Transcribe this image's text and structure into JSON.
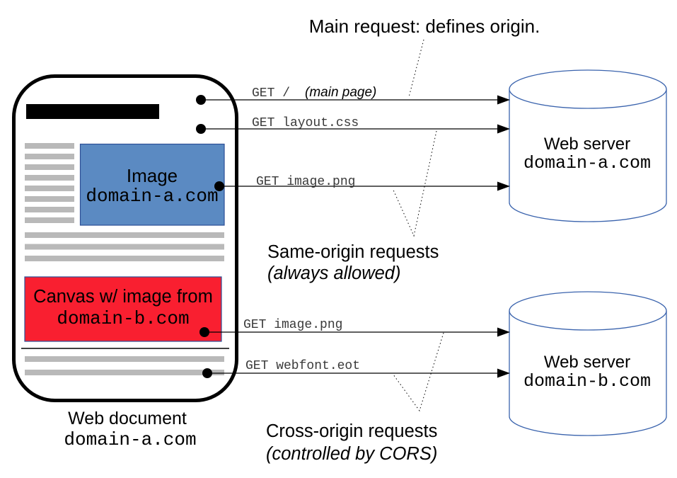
{
  "title": "Main request: defines origin.",
  "document": {
    "caption_line1": "Web document",
    "caption_line2": "domain-a.com",
    "image_box": {
      "line1": "Image",
      "line2": "domain-a.com"
    },
    "canvas_box": {
      "line1": "Canvas w/ image from",
      "line2": "domain-b.com"
    }
  },
  "servers": [
    {
      "line1": "Web server",
      "line2": "domain-a.com"
    },
    {
      "line1": "Web server",
      "line2": "domain-b.com"
    }
  ],
  "requests": [
    {
      "label": "GET /",
      "note": "(main page)"
    },
    {
      "label": "GET layout.css"
    },
    {
      "label": "GET image.png"
    },
    {
      "label": "GET image.png"
    },
    {
      "label": "GET webfont.eot"
    }
  ],
  "groups": {
    "same_origin": {
      "line1": "Same-origin requests",
      "line2": "(always allowed)"
    },
    "cross_origin": {
      "line1": "Cross-origin requests",
      "line2": "(controlled by CORS)"
    }
  },
  "colors": {
    "image_box_fill": "#5b8ac2",
    "canvas_box_fill": "#f91f30",
    "box_border_blue": "#2d4f96",
    "server_stroke": "#3a63ad",
    "text_bar_gray": "#b9b9b9",
    "document_border": "#000000",
    "request_label_text": "#3a3a3a"
  }
}
